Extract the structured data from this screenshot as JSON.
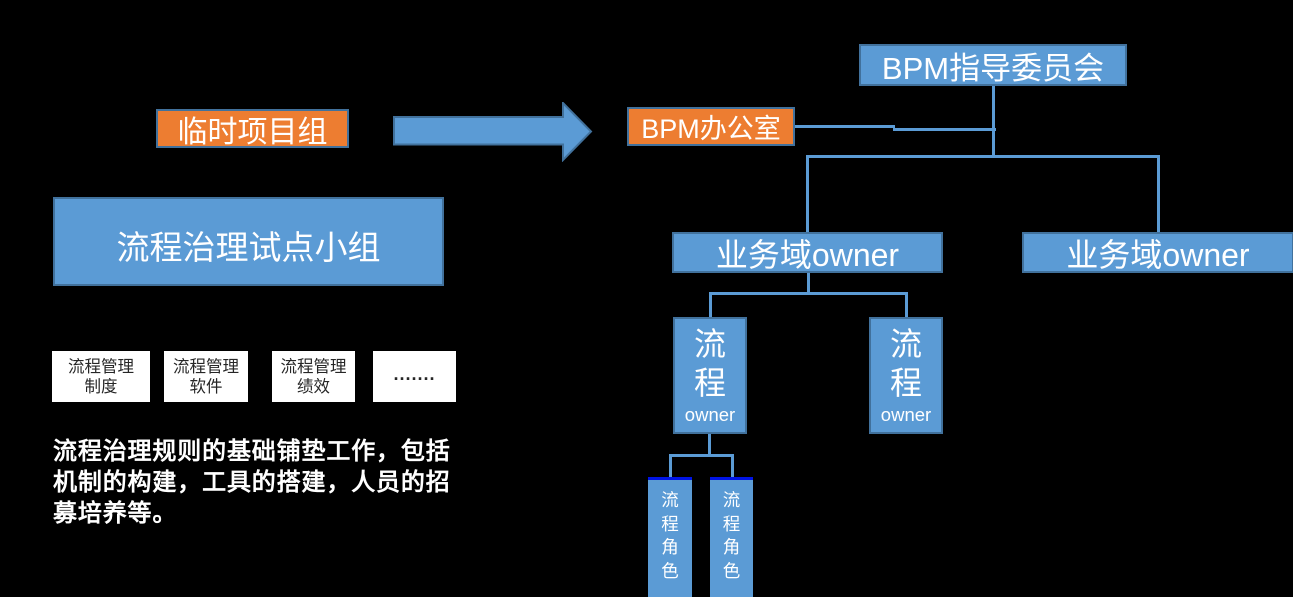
{
  "colors": {
    "bg": "#000000",
    "blue-fill": "#5B9BD5",
    "blue-border": "#41719C",
    "orange-fill": "#ED7D31",
    "connector": "#5B9BD5",
    "role-top": "#0014E6",
    "white-box-text": "#262626"
  },
  "left_flow": {
    "temp_group_label": "临时项目组",
    "bpm_office_label": "BPM办公室",
    "pilot_group_label": "流程治理试点小组",
    "foundation_boxes": [
      {
        "line1": "流程管理",
        "line2": "制度"
      },
      {
        "line1": "流程管理",
        "line2": "软件"
      },
      {
        "line1": "流程管理",
        "line2": "绩效"
      },
      {
        "line1": "·······",
        "line2": ""
      }
    ],
    "description_lines": [
      "流程治理规则的基础铺垫工作，包括",
      "机制的构建，工具的搭建，人员的招",
      "募培养等。"
    ]
  },
  "org_chart": {
    "root_label": "BPM指导委员会",
    "domain_owners": [
      {
        "label": "业务域owner"
      },
      {
        "label": "业务域owner"
      }
    ],
    "process_owners": [
      {
        "char1": "流",
        "char2": "程",
        "suffix": "owner"
      },
      {
        "char1": "流",
        "char2": "程",
        "suffix": "owner"
      }
    ],
    "process_roles": [
      {
        "char1": "流",
        "char2": "程",
        "char3": "角",
        "char4": "色"
      },
      {
        "char1": "流",
        "char2": "程",
        "char3": "角",
        "char4": "色"
      }
    ]
  }
}
